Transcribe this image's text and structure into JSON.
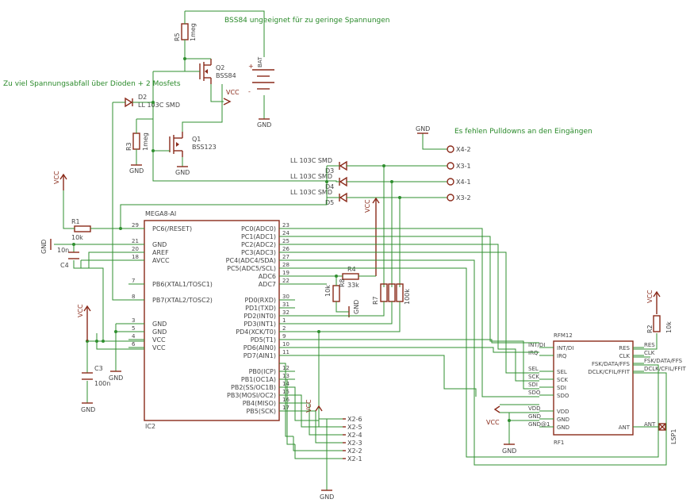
{
  "notes": {
    "bss84": "BSS84 ungeeignet für zu geringe Spannungen",
    "diodes": "Zu viel Spannungsabfall über Dioden + 2 Mosfets",
    "pulldowns": "Es fehlen Pulldowns an den Eingängen"
  },
  "ic": {
    "name": "MEGA8-AI",
    "ref": "IC2",
    "left_pins": [
      {
        "num": "29",
        "name": "PC6(/RESET)"
      },
      {
        "num": "21",
        "name": "GND"
      },
      {
        "num": "20",
        "name": "AREF"
      },
      {
        "num": "18",
        "name": "AVCC"
      },
      {
        "num": "7",
        "name": "PB6(XTAL1/TOSC1)"
      },
      {
        "num": "8",
        "name": "PB7(XTAL2/TOSC2)"
      },
      {
        "num": "3",
        "name": "GND"
      },
      {
        "num": "5",
        "name": "GND"
      },
      {
        "num": "4",
        "name": "VCC"
      },
      {
        "num": "6",
        "name": "VCC"
      }
    ],
    "right_pins": [
      {
        "num": "23",
        "name": "PC0(ADC0)"
      },
      {
        "num": "24",
        "name": "PC1(ADC1)"
      },
      {
        "num": "25",
        "name": "PC2(ADC2)"
      },
      {
        "num": "26",
        "name": "PC3(ADC3)"
      },
      {
        "num": "27",
        "name": "PC4(ADC4/SDA)"
      },
      {
        "num": "28",
        "name": "PC5(ADC5/SCL)"
      },
      {
        "num": "19",
        "name": "ADC6"
      },
      {
        "num": "22",
        "name": "ADC7"
      },
      {
        "num": "30",
        "name": "PD0(RXD)"
      },
      {
        "num": "31",
        "name": "PD1(TXD)"
      },
      {
        "num": "32",
        "name": "PD2(INT0)"
      },
      {
        "num": "1",
        "name": "PD3(INT1)"
      },
      {
        "num": "2",
        "name": "PD4(XCK/T0)"
      },
      {
        "num": "9",
        "name": "PD5(T1)"
      },
      {
        "num": "10",
        "name": "PD6(AIN0)"
      },
      {
        "num": "11",
        "name": "PD7(AIN1)"
      },
      {
        "num": "12",
        "name": "PB0(ICP)"
      },
      {
        "num": "13",
        "name": "PB1(OC1A)"
      },
      {
        "num": "14",
        "name": "PB2(SS/OC1B)"
      },
      {
        "num": "15",
        "name": "PB3(MOSI/OC2)"
      },
      {
        "num": "16",
        "name": "PB4(MISO)"
      },
      {
        "num": "17",
        "name": "PB5(SCK)"
      }
    ]
  },
  "rfm": {
    "name": "RFM12",
    "ref": "RF1",
    "left_pins": [
      "INT/DI",
      "IRQ",
      "SEL",
      "SCK",
      "SDI",
      "SDO",
      "VDD",
      "GND",
      "GND"
    ],
    "right_pins": [
      "RES",
      "CLK",
      "FSK/DATA/FFS",
      "DCLK/CFIL/FFIT",
      "ANT"
    ],
    "left_nets": [
      "INT/DI",
      "IRQ",
      "SEL",
      "SCK",
      "SDI",
      "SDO",
      "VDD",
      "GND",
      "GND@1"
    ],
    "right_nets": [
      "RES",
      "CLK",
      "FSK/DATA/FFS",
      "DCLK/CFIL/FFIT",
      "ANT"
    ]
  },
  "components": {
    "r1": {
      "ref": "R1",
      "value": "10k"
    },
    "r2": {
      "ref": "R2",
      "value": "10k"
    },
    "r3": {
      "ref": "R3",
      "value": "1meg"
    },
    "r4": {
      "ref": "R4",
      "value": "33k"
    },
    "r5": {
      "ref": "R5",
      "value": "1meg"
    },
    "r8": {
      "ref": "R8",
      "value": "10k"
    },
    "r7": {
      "ref": "R7",
      "value": "100k"
    },
    "c3": {
      "ref": "C3",
      "value": "100n"
    },
    "c4": {
      "ref": "C4",
      "value": "10n"
    },
    "q1": {
      "ref": "Q1",
      "value": "BSS123"
    },
    "q2": {
      "ref": "Q2",
      "value": "BSS84"
    },
    "d2": {
      "ref": "D2",
      "value": "LL 103C SMD"
    },
    "d3": {
      "ref": "D3",
      "value": "LL 103C SMD"
    },
    "d4": {
      "ref": "D4",
      "value": "LL 103C SMD"
    },
    "d5": {
      "ref": "D5",
      "value": "LL 103C SMD"
    },
    "bat": {
      "ref": "BAT",
      "pos": "+",
      "neg": "-"
    },
    "lsp": {
      "ref": "LSP1"
    }
  },
  "supplies": {
    "vcc": "VCC",
    "gnd": "GND"
  },
  "connectors": {
    "x3": [
      "X4-2",
      "X3-1",
      "X4-1",
      "X3-2"
    ],
    "x2": [
      "X2-6",
      "X2-5",
      "X2-4",
      "X2-3",
      "X2-2",
      "X2-1"
    ]
  },
  "colors": {
    "wire": "#2f8f2f",
    "component": "#8a2a1a",
    "text": "#444444",
    "note": "#2a8a2a"
  }
}
